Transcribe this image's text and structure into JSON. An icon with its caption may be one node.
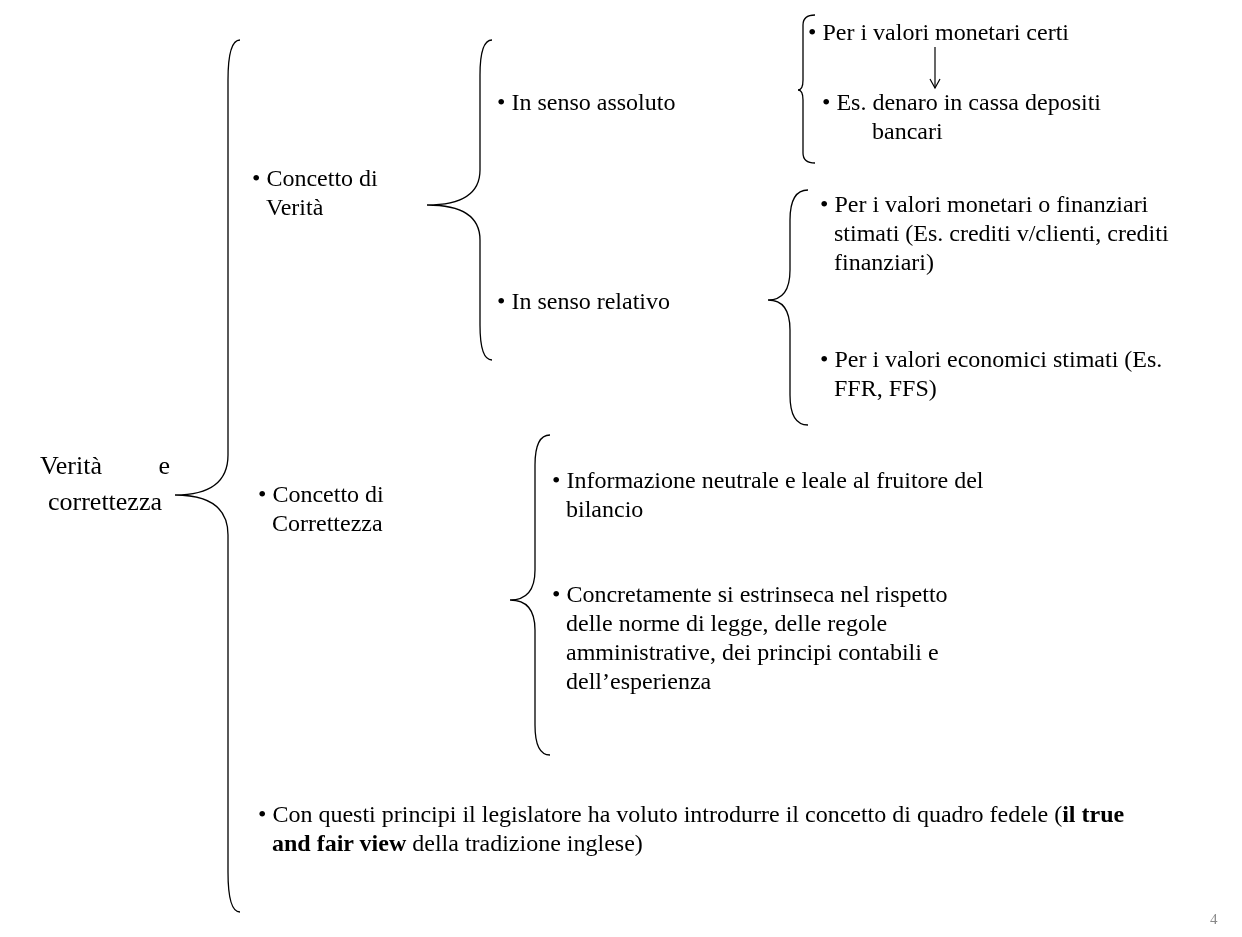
{
  "diagram": {
    "nodes": [
      {
        "text": [
          "• Per i valori monetari certi"
        ]
      },
      {
        "text": [
          "• Es. denaro in cassa depositi bancari"
        ]
      }
    ],
    "edges": [
      {
        "from": 0,
        "to": 1,
        "arrow": "to"
      }
    ],
    "labels": [
      "Verità e correttezza",
      "• Concetto di Verità",
      "• In senso assoluto",
      "• In senso relativo",
      "• Per i valori monetari o finanziari stimati (Es. crediti v/clienti, crediti finanziari)",
      "• Per i valori economici stimati (Es. FFR, FFS)",
      "• Concetto di Correttezza",
      "• Informazione neutrale e leale al fruitore del bilancio",
      "• Concretamente si estrinseca nel rispetto delle norme di legge, delle regole amministrative, dei principi contabili e dell’esperienza",
      "• Con questi principi il legislatore ha voluto introdurre il concetto di quadro fedele (**il true and fair view** della tradizione inglese)",
      "4"
    ]
  }
}
